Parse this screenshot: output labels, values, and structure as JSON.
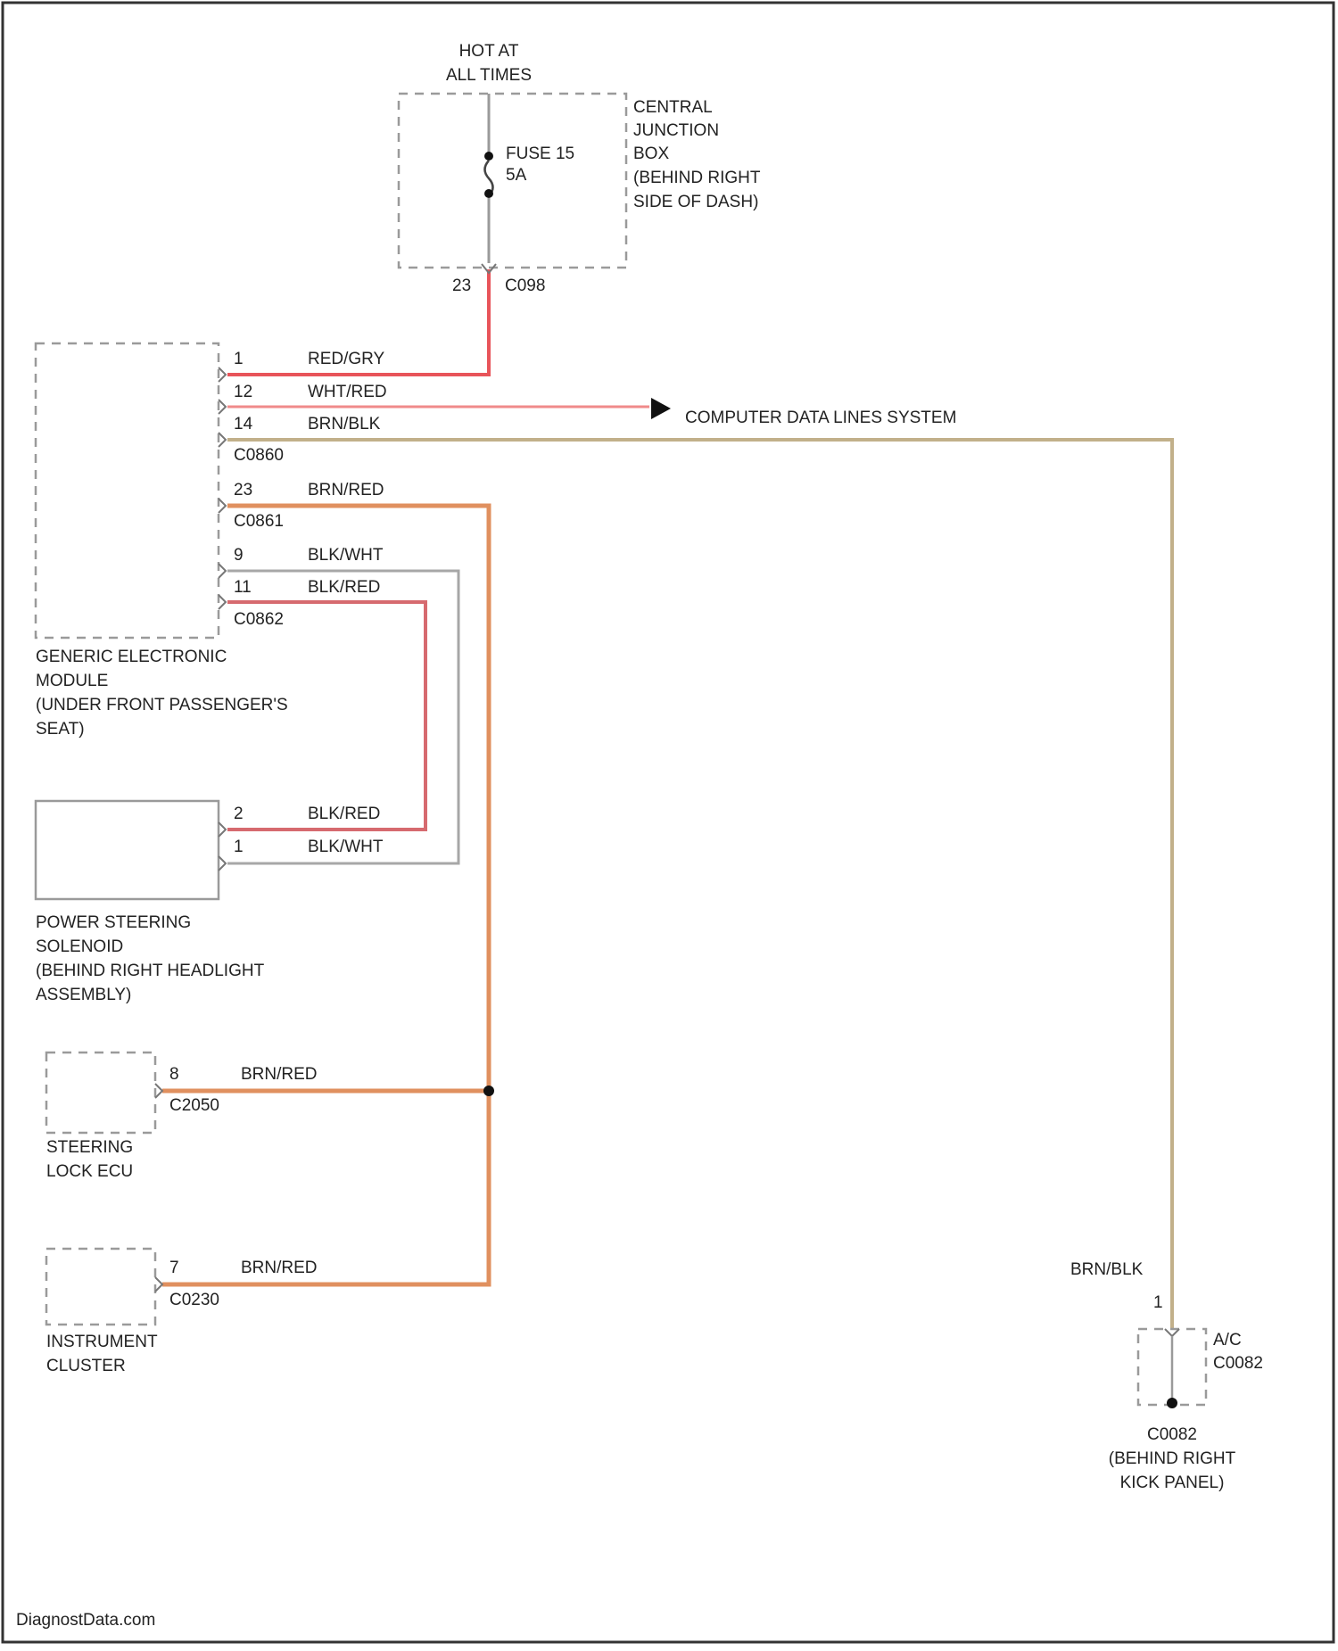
{
  "power_source": {
    "line1": "HOT AT",
    "line2": "ALL TIMES"
  },
  "fuse": {
    "name": "FUSE 15",
    "rating": "5A"
  },
  "junction_box": {
    "lines": [
      "CENTRAL",
      "JUNCTION",
      "BOX",
      "(BEHIND RIGHT",
      "SIDE OF DASH)"
    ],
    "pin": "23",
    "connector": "C098"
  },
  "gem": {
    "lines": [
      "GENERIC ELECTRONIC",
      "MODULE",
      "(UNDER FRONT PASSENGER'S",
      "SEAT)"
    ],
    "pins": [
      {
        "pin": "1",
        "wire": "RED/GRY"
      },
      {
        "pin": "12",
        "wire": "WHT/RED"
      },
      {
        "pin": "14",
        "wire": "BRN/BLK"
      },
      {
        "pin": "23",
        "wire": "BRN/RED"
      },
      {
        "pin": "9",
        "wire": "BLK/WHT"
      },
      {
        "pin": "11",
        "wire": "BLK/RED"
      }
    ],
    "connectors": [
      "C0860",
      "C0861",
      "C0862"
    ]
  },
  "data_lines": {
    "label": "COMPUTER DATA LINES SYSTEM"
  },
  "ps_solenoid": {
    "lines": [
      "POWER STEERING",
      "SOLENOID",
      "(BEHIND RIGHT HEADLIGHT",
      "ASSEMBLY)"
    ],
    "pins": [
      {
        "pin": "2",
        "wire": "BLK/RED"
      },
      {
        "pin": "1",
        "wire": "BLK/WHT"
      }
    ]
  },
  "steering_lock": {
    "lines": [
      "STEERING",
      "LOCK ECU"
    ],
    "pin": "8",
    "wire": "BRN/RED",
    "connector": "C2050"
  },
  "cluster": {
    "lines": [
      "INSTRUMENT",
      "CLUSTER"
    ],
    "pin": "7",
    "wire": "BRN/RED",
    "connector": "C0230"
  },
  "ac_ground": {
    "wire": "BRN/BLK",
    "pin": "1",
    "labels": [
      "A/C",
      "C0082"
    ],
    "ground_lines": [
      "C0082",
      "(BEHIND RIGHT",
      "KICK PANEL)"
    ]
  },
  "watermark": "DiagnostData.com",
  "colors": {
    "red_gry": "#e8545a",
    "wht_red": "#f08a8a",
    "brn_blk": "#c2b08a",
    "brn_red": "#e0905f",
    "blk_wht": "#a7a7a7",
    "blk_red": "#d66a6f"
  }
}
